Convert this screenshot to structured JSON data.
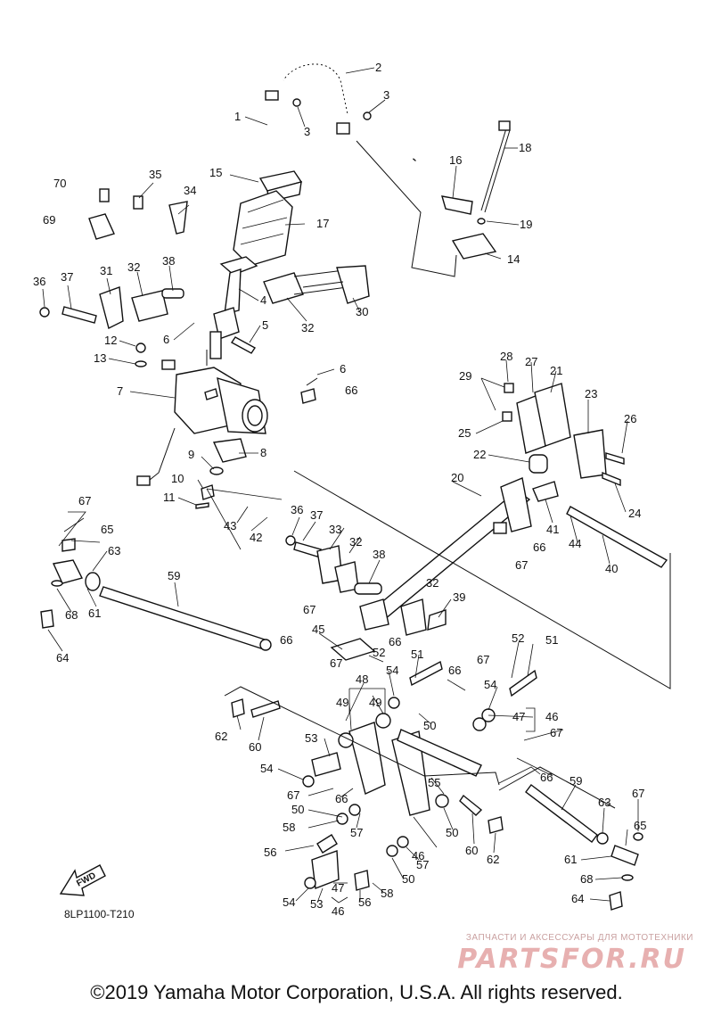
{
  "diagram": {
    "code": "8LP1100-T210",
    "fwd_label": "FWD",
    "labels": [
      {
        "id": "l1",
        "text": "1"
      },
      {
        "id": "l2",
        "text": "2"
      },
      {
        "id": "l3a",
        "text": "3"
      },
      {
        "id": "l3b",
        "text": "3"
      },
      {
        "id": "l4",
        "text": "4"
      },
      {
        "id": "l5",
        "text": "5"
      },
      {
        "id": "l6a",
        "text": "6"
      },
      {
        "id": "l6b",
        "text": "6"
      },
      {
        "id": "l7",
        "text": "7"
      },
      {
        "id": "l8",
        "text": "8"
      },
      {
        "id": "l9",
        "text": "9"
      },
      {
        "id": "l10",
        "text": "10"
      },
      {
        "id": "l11",
        "text": "11"
      },
      {
        "id": "l12",
        "text": "12"
      },
      {
        "id": "l13",
        "text": "13"
      },
      {
        "id": "l14",
        "text": "14"
      },
      {
        "id": "l15",
        "text": "15"
      },
      {
        "id": "l16",
        "text": "16"
      },
      {
        "id": "l17",
        "text": "17"
      },
      {
        "id": "l18",
        "text": "18"
      },
      {
        "id": "l19",
        "text": "19"
      },
      {
        "id": "l20",
        "text": "20"
      },
      {
        "id": "l21",
        "text": "21"
      },
      {
        "id": "l22",
        "text": "22"
      },
      {
        "id": "l23",
        "text": "23"
      },
      {
        "id": "l24",
        "text": "24"
      },
      {
        "id": "l25",
        "text": "25"
      },
      {
        "id": "l26",
        "text": "26"
      },
      {
        "id": "l27",
        "text": "27"
      },
      {
        "id": "l28",
        "text": "28"
      },
      {
        "id": "l29",
        "text": "29"
      },
      {
        "id": "l30",
        "text": "30"
      },
      {
        "id": "l31",
        "text": "31"
      },
      {
        "id": "l32a",
        "text": "32"
      },
      {
        "id": "l32b",
        "text": "32"
      },
      {
        "id": "l32c",
        "text": "32"
      },
      {
        "id": "l32d",
        "text": "32"
      },
      {
        "id": "l33",
        "text": "33"
      },
      {
        "id": "l34",
        "text": "34"
      },
      {
        "id": "l35",
        "text": "35"
      },
      {
        "id": "l36a",
        "text": "36"
      },
      {
        "id": "l36b",
        "text": "36"
      },
      {
        "id": "l37a",
        "text": "37"
      },
      {
        "id": "l37b",
        "text": "37"
      },
      {
        "id": "l38a",
        "text": "38"
      },
      {
        "id": "l38b",
        "text": "38"
      },
      {
        "id": "l39",
        "text": "39"
      },
      {
        "id": "l40",
        "text": "40"
      },
      {
        "id": "l41",
        "text": "41"
      },
      {
        "id": "l42",
        "text": "42"
      },
      {
        "id": "l43",
        "text": "43"
      },
      {
        "id": "l44",
        "text": "44"
      },
      {
        "id": "l45",
        "text": "45"
      },
      {
        "id": "l46a",
        "text": "46"
      },
      {
        "id": "l46b",
        "text": "46"
      },
      {
        "id": "l46c",
        "text": "46"
      },
      {
        "id": "l47a",
        "text": "47"
      },
      {
        "id": "l47b",
        "text": "47"
      },
      {
        "id": "l48",
        "text": "48"
      },
      {
        "id": "l49a",
        "text": "49"
      },
      {
        "id": "l49b",
        "text": "49"
      },
      {
        "id": "l50a",
        "text": "50"
      },
      {
        "id": "l50b",
        "text": "50"
      },
      {
        "id": "l50c",
        "text": "50"
      },
      {
        "id": "l50d",
        "text": "50"
      },
      {
        "id": "l51a",
        "text": "51"
      },
      {
        "id": "l51b",
        "text": "51"
      },
      {
        "id": "l52a",
        "text": "52"
      },
      {
        "id": "l52b",
        "text": "52"
      },
      {
        "id": "l53a",
        "text": "53"
      },
      {
        "id": "l53b",
        "text": "53"
      },
      {
        "id": "l54a",
        "text": "54"
      },
      {
        "id": "l54b",
        "text": "54"
      },
      {
        "id": "l54c",
        "text": "54"
      },
      {
        "id": "l54d",
        "text": "54"
      },
      {
        "id": "l55",
        "text": "55"
      },
      {
        "id": "l56a",
        "text": "56"
      },
      {
        "id": "l56b",
        "text": "56"
      },
      {
        "id": "l57a",
        "text": "57"
      },
      {
        "id": "l57b",
        "text": "57"
      },
      {
        "id": "l58a",
        "text": "58"
      },
      {
        "id": "l58b",
        "text": "58"
      },
      {
        "id": "l59a",
        "text": "59"
      },
      {
        "id": "l59b",
        "text": "59"
      },
      {
        "id": "l60a",
        "text": "60"
      },
      {
        "id": "l60b",
        "text": "60"
      },
      {
        "id": "l61a",
        "text": "61"
      },
      {
        "id": "l61b",
        "text": "61"
      },
      {
        "id": "l62a",
        "text": "62"
      },
      {
        "id": "l62b",
        "text": "62"
      },
      {
        "id": "l63a",
        "text": "63"
      },
      {
        "id": "l63b",
        "text": "63"
      },
      {
        "id": "l64a",
        "text": "64"
      },
      {
        "id": "l64b",
        "text": "64"
      },
      {
        "id": "l65a",
        "text": "65"
      },
      {
        "id": "l65b",
        "text": "65"
      },
      {
        "id": "l66a",
        "text": "66"
      },
      {
        "id": "l66b",
        "text": "66"
      },
      {
        "id": "l66c",
        "text": "66"
      },
      {
        "id": "l66d",
        "text": "66"
      },
      {
        "id": "l66e",
        "text": "66"
      },
      {
        "id": "l66f",
        "text": "66"
      },
      {
        "id": "l66g",
        "text": "66"
      },
      {
        "id": "l67a",
        "text": "67"
      },
      {
        "id": "l67b",
        "text": "67"
      },
      {
        "id": "l67c",
        "text": "67"
      },
      {
        "id": "l67d",
        "text": "67"
      },
      {
        "id": "l67e",
        "text": "67"
      },
      {
        "id": "l67f",
        "text": "67"
      },
      {
        "id": "l67g",
        "text": "67"
      },
      {
        "id": "l67h",
        "text": "67"
      },
      {
        "id": "l68a",
        "text": "68"
      },
      {
        "id": "l68b",
        "text": "68"
      },
      {
        "id": "l69",
        "text": "69"
      },
      {
        "id": "l70",
        "text": "70"
      }
    ]
  },
  "watermark": {
    "tagline": "ЗАПЧАСТИ И АКСЕССУАРЫ ДЛЯ МОТОТЕХНИКИ",
    "logo": "PARTSFOR.RU"
  },
  "copyright": "©2019 Yamaha Motor Corporation, U.S.A. All rights reserved."
}
